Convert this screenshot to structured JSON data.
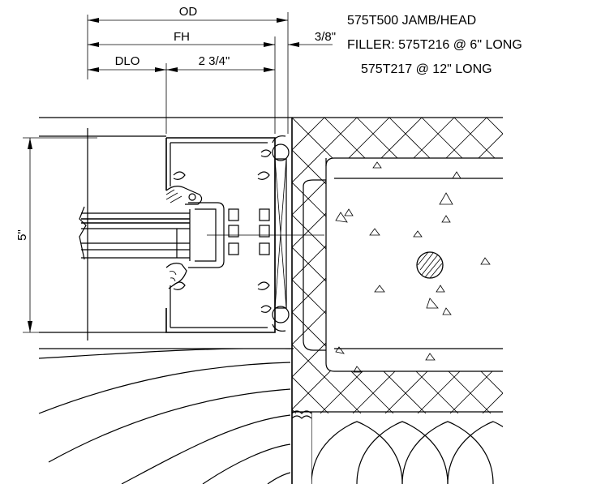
{
  "dimensions": {
    "od": "OD",
    "fh": "FH",
    "dlo": "DLO",
    "dim_2_3_4": "2 3/4\"",
    "dim_3_8": "3/8\"",
    "dim_5": "5\""
  },
  "notes": {
    "line1": "575T500  JAMB/HEAD",
    "line2": "FILLER:  575T216 @ 6\" LONG",
    "line3": "575T217 @ 12\" LONG"
  },
  "colors": {
    "ink": "#000000",
    "paper": "#ffffff"
  }
}
